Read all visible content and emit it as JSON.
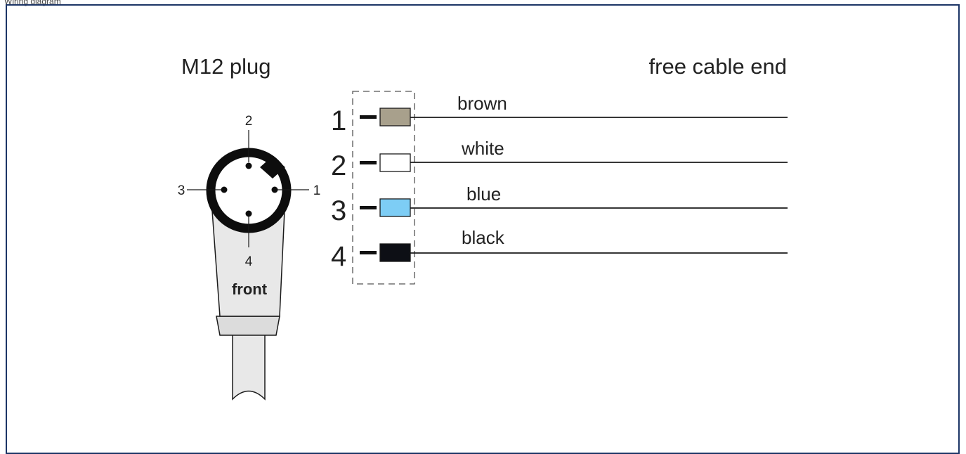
{
  "caption": "Wiring diagram",
  "plug_title": "M12 plug",
  "cable_title": "free cable end",
  "plug_face_label": "front",
  "plug_pins": [
    "1",
    "2",
    "3",
    "4"
  ],
  "wires": [
    {
      "pin": "1",
      "color_name": "brown",
      "color": "#a8a08c"
    },
    {
      "pin": "2",
      "color_name": "white",
      "color": "#ffffff"
    },
    {
      "pin": "3",
      "color_name": "blue",
      "color": "#7dcdf5"
    },
    {
      "pin": "4",
      "color_name": "black",
      "color": "#0d0f15"
    }
  ],
  "colors": {
    "frame": "#1c3566",
    "line": "#1a1a1a",
    "housing": "#e8e8e8"
  }
}
